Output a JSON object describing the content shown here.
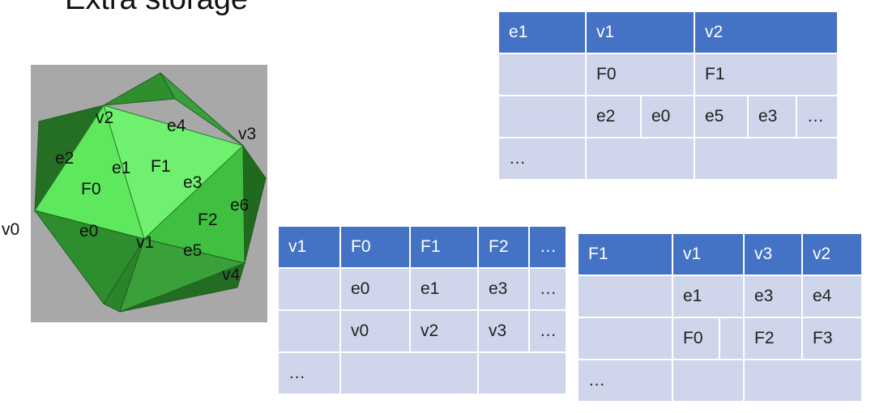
{
  "title": "Extra storage",
  "figure": {
    "labels": {
      "v0": "v0",
      "v1": "v1",
      "v2": "v2",
      "v3": "v3",
      "v4": "v4",
      "e0": "e0",
      "e1": "e1",
      "e2": "e2",
      "e3": "e3",
      "e4": "e4",
      "e5": "e5",
      "e6": "e6",
      "F0": "F0",
      "F1": "F1",
      "F2": "F2"
    }
  },
  "edge_table": {
    "header": [
      "e1",
      "v1",
      "v2"
    ],
    "row_faces": [
      "",
      "F0",
      "F1"
    ],
    "row_edges": [
      "",
      "e2",
      "e0",
      "e5",
      "e3",
      "…"
    ],
    "row_more": [
      "…",
      "",
      ""
    ]
  },
  "vertex_table": {
    "header": [
      "v1",
      "F0",
      "F1",
      "F2",
      "…"
    ],
    "row_edges": [
      "",
      "e0",
      "e1",
      "e3",
      "…"
    ],
    "row_vertices": [
      "",
      "v0",
      "v2",
      "v3",
      "…"
    ],
    "row_more": [
      "…",
      "",
      ""
    ]
  },
  "face_table": {
    "header": [
      "F1",
      "v1",
      "v3",
      "v2"
    ],
    "row_edges": [
      "",
      "e1",
      "e3",
      "e4"
    ],
    "row_faces": [
      "",
      "F0",
      "",
      "F2",
      "F3"
    ],
    "row_more": [
      "…",
      "",
      ""
    ]
  }
}
